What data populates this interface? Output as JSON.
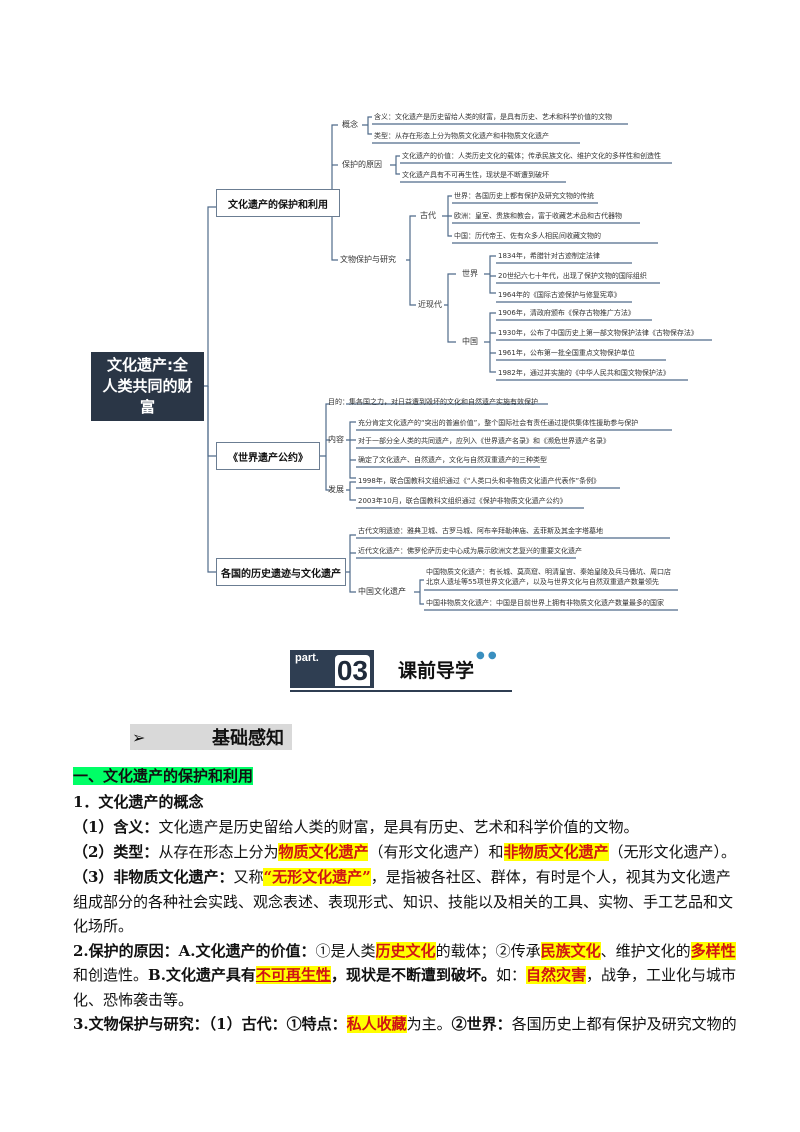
{
  "mindmap": {
    "root": "文化遗产:全人类共同的财富",
    "branches": [
      {
        "label": "文化遗产的保护和利用",
        "sub": [
          {
            "label": "概念",
            "items": [
              "含义：文化遗产是历史留给人类的财富，是具有历史、艺术和科学价值的文物",
              "类型：从存在形态上分为物质文化遗产和非物质文化遗产"
            ]
          },
          {
            "label": "保护的原因",
            "items": [
              "文化遗产的价值：人类历史文化的载体；传承民族文化、维护文化的多样性和创造性",
              "文化遗产具有不可再生性，现状是不断遭到破坏"
            ]
          },
          {
            "label": "文物保护与研究",
            "ancient_label": "古代",
            "ancient": [
              "世界：各国历史上都有保护及研究文物的传统",
              "欧洲：皇室、贵族和教会，富于收藏艺术品和古代器物",
              "中国：历代帝王、佐有众多人相民间收藏文物的"
            ],
            "modern_label": "近现代",
            "world_label": "世界",
            "world": [
              "1834年，希腊针对古迹制定法律",
              "20世纪六七十年代，出现了保护文物的国际组织",
              "1964年的《国际古迹保护与修复宪章》"
            ],
            "china_label": "中国",
            "china": [
              "1906年，清政府颁布《保存古物推广方法》",
              "1930年，公布了中国历史上第一部文物保护法律《古物保存法》",
              "1961年，公布第一批全国重点文物保护单位",
              "1982年，通过并实施的《中华人民共和国文物保护法》"
            ]
          }
        ]
      },
      {
        "label": "《世界遗产公约》",
        "sub": [
          {
            "label": "目的",
            "items": [
              "目的：集各国之力，对日益遭到毁坏的文化和自然遗产实施有效保护"
            ]
          },
          {
            "label": "内容",
            "items": [
              "充分肯定文化遗产的“突出的普遍价值”，整个国际社会有责任通过提供集体性援助参与保护",
              "对于一部分全人类的共同遗产，应列入《世界遗产名录》和《濒危世界遗产名录》",
              "确定了文化遗产、自然遗产，文化与自然双重遗产的三种类型"
            ]
          },
          {
            "label": "发展",
            "items": [
              "1998年，联合国教科文组织通过《“人类口头和非物质文化遗产代表作”条例》",
              "2003年10月，联合国教科文组织通过《保护非物质文化遗产公约》"
            ]
          }
        ]
      },
      {
        "label": "各国的历史遗迹与文化遗产",
        "sub": [
          {
            "label": "古代文明遗迹",
            "items": [
              "古代文明遗迹：雅典卫城、古罗马城、阿布辛拜勒神庙、孟菲斯及其金字塔墓地"
            ]
          },
          {
            "label": "近代文化遗产",
            "items": [
              "近代文化遗产：佛罗伦萨历史中心成为展示欧洲文艺复兴的重要文化遗产"
            ]
          },
          {
            "label": "中国文化遗产",
            "items": [
              "中国物质文化遗产：有长城、莫高窟、明清皇宫、秦始皇陵及兵马俑坑、周口店北京人遗址等55项世界文化遗产，以及与世界文化与自然双重遗产数量领先",
              "中国非物质文化遗产：中国是目前世界上拥有非物质文化遗产数量最多的国家"
            ]
          }
        ]
      }
    ]
  },
  "banner": {
    "part": "part.",
    "number": "03",
    "title": "课前导学"
  },
  "section": {
    "arrow": "➢",
    "title": "基础感知"
  },
  "heading1": "一、文化遗产的保护和利用",
  "lines": {
    "l1": "1．文化遗产的概念",
    "l2_a": "（1）含义：",
    "l2_b": "文化遗产是历史留给人类的财富，是具有历史、艺术和科学价值的文物。",
    "l3_a": "（2）类型：",
    "l3_b": "从存在形态上分为",
    "l3_c": "物质文化遗产",
    "l3_d": "（有形文化遗产）和",
    "l3_e": "非物质文化遗产",
    "l3_f": "（无形文化遗产）。",
    "l4_a": "（3）非物质文化遗产：",
    "l4_b": "又称",
    "l4_c": "“无形文化遗产”",
    "l4_d": "，是指被各社区、群体，有时是个人，视其为文化遗产",
    "l5": "组成部分的各种社会实践、观念表述、表现形式、知识、技能以及相关的工具、实物、手工艺品和文",
    "l6": "化场所。",
    "l7_a": "2.保护的原因：A.文化遗产的价值：",
    "l7_b": "①是人类",
    "l7_c": "历史文化",
    "l7_d": "的载体；②传承",
    "l7_e": "民族文化",
    "l7_f": "、维护文化的",
    "l7_g": "多样性",
    "l8_a": "和创造性。",
    "l8_b": "B.文化遗产具有",
    "l8_c": "不可再生性",
    "l8_d": "，现状是不断遭到破坏。",
    "l8_e": "如：",
    "l8_f": "自然灾害",
    "l8_g": "，战争，工业化与城市",
    "l9": "化、恐怖袭击等。",
    "l10_a": "3.文物保护与研究：（1）古代：①特点：",
    "l10_b": "私人收藏",
    "l10_c": "为主。",
    "l10_d": "②世界：",
    "l10_e": "各国历史上都有保护及研究文物的"
  }
}
